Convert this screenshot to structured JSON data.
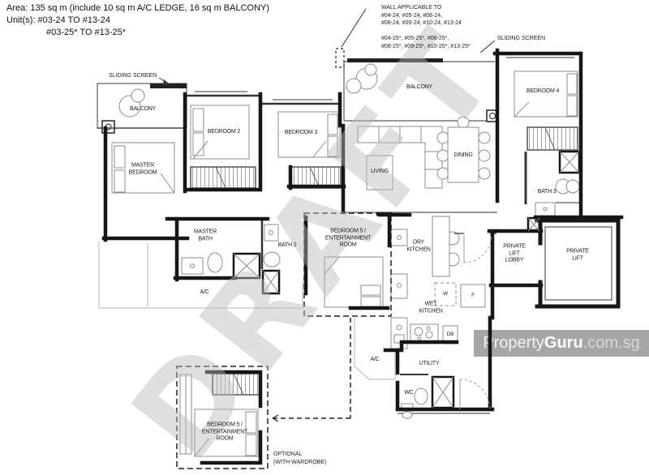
{
  "header": {
    "area": "Area: 135 sq m (include 10 sq m A/C LEDGE, 16 sq m BALCONY)",
    "units_line1": "Unit(s): #03-24 TO #13-24",
    "units_line2": "#03-25* TO #13-25*"
  },
  "notes": {
    "wall_note_para1": "WALL APPLICABLE TO\n#04-24, #05-24, #06-24,\n#08-24, #09-24, #10-24, #13-24",
    "wall_note_para2": "#04-25*, #05-25*, #06-25*,\n#08-25*, #09-25*, #10-25*, #13-25*",
    "sliding_screen_left": "SLIDING SCREEN",
    "sliding_screen_right": "SLIDING SCREEN",
    "optional_note": "OPTIONAL\n(WITH WARDROBE)"
  },
  "rooms": {
    "balcony_left": "BALCONY",
    "master_bedroom": "MASTER\nBEDROOM",
    "bedroom2": "BEDROOM 2",
    "bedroom3": "BEDROOM 3",
    "balcony_top": "BALCONY",
    "living": "LIVING",
    "dining": "DINING",
    "bedroom4": "BEDROOM 4",
    "bath3": "BATH 3",
    "master_bath": "MASTER\nBATH",
    "bath2": "BATH 2",
    "ac_left": "A/C",
    "bedroom5_main": "BEDROOM 5 /\nENTERTAINMENT\nROOM",
    "dry_kitchen": "DRY\nKITCHEN",
    "private_lift_lobby": "PRIVATE\nLIFT\nLOBBY",
    "private_lift": "PRIVATE\nLIFT",
    "washer": "W",
    "fridge": "F",
    "wet_kitchen": "WET\nKITCHEN",
    "db": "DB",
    "ac_bottom": "A/C",
    "utility": "UTILITY",
    "wc": "WC",
    "bedroom5_optional": "BEDROOM 5 /\nENTERTAINMENT\nROOM"
  },
  "watermark": {
    "draft": "DRAFT",
    "brand_property": "Property",
    "brand_guru": "Guru",
    "brand_domain": ".com.sg",
    "band_color": "#a6a6a6",
    "draft_color": "#b9b9b9"
  }
}
